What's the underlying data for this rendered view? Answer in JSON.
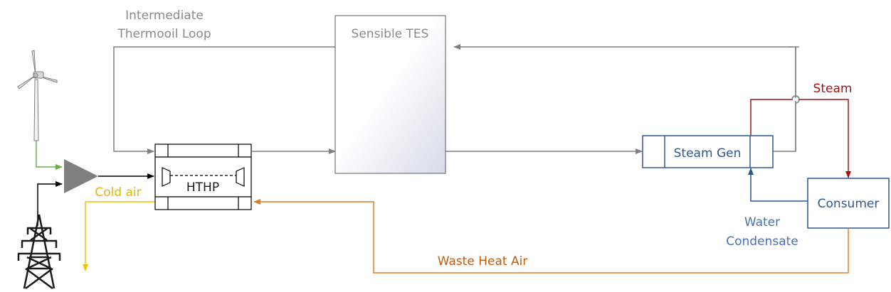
{
  "labels": {
    "loop_line1": "Intermediate",
    "loop_line2": "Thermooil Loop",
    "tes": "Sensible TES",
    "htpp": "HTHP",
    "steam_gen": "Steam Gen",
    "steam": "Steam",
    "consumer": "Consumer",
    "water_line1": "Water",
    "water_line2": "Condensate",
    "cold_air": "Cold air",
    "waste_heat": "Waste Heat Air"
  },
  "colors": {
    "thermooil": "#808080",
    "steam": "#a31515",
    "water": "#2f5597",
    "cold_air": "#f2c200",
    "waste_heat": "#e07b29",
    "wind_power": "#70ad47",
    "grid_power": "#000000",
    "label_gray": "#8a8a8a",
    "label_blue": "#4a6fb0",
    "label_orange": "#c55a11"
  },
  "icons": {
    "wind": "wind-turbine-icon",
    "grid": "transmission-tower-icon",
    "combiner": "power-combiner-triangle-icon"
  }
}
